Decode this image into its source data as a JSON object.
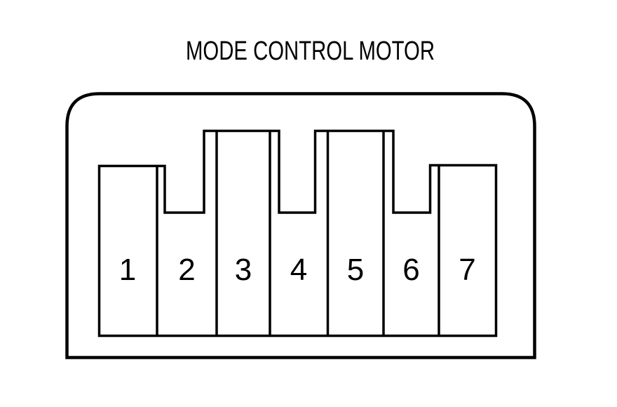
{
  "title": "MODE CONTROL MOTOR",
  "colors": {
    "line": "#000000",
    "background": "#ffffff"
  },
  "connector": {
    "pin_count": 7,
    "pins": [
      {
        "label": "1"
      },
      {
        "label": "2"
      },
      {
        "label": "3"
      },
      {
        "label": "4"
      },
      {
        "label": "5"
      },
      {
        "label": "6"
      },
      {
        "label": "7"
      }
    ]
  }
}
